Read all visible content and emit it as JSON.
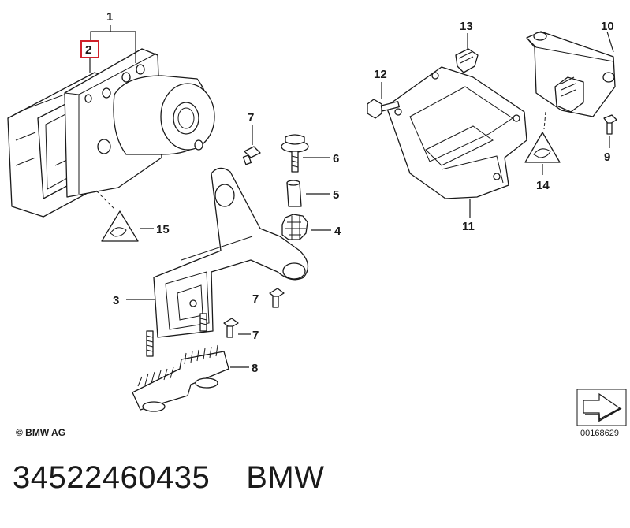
{
  "callouts": [
    "1",
    "2",
    "3",
    "4",
    "5",
    "6",
    "7",
    "7",
    "7",
    "8",
    "9",
    "10",
    "11",
    "12",
    "13",
    "14",
    "15"
  ],
  "copyright": "© BMW AG",
  "diagram_code": "00168629",
  "part_number": "34522460435",
  "brand": "BMW",
  "highlight_color": "#d0202a"
}
